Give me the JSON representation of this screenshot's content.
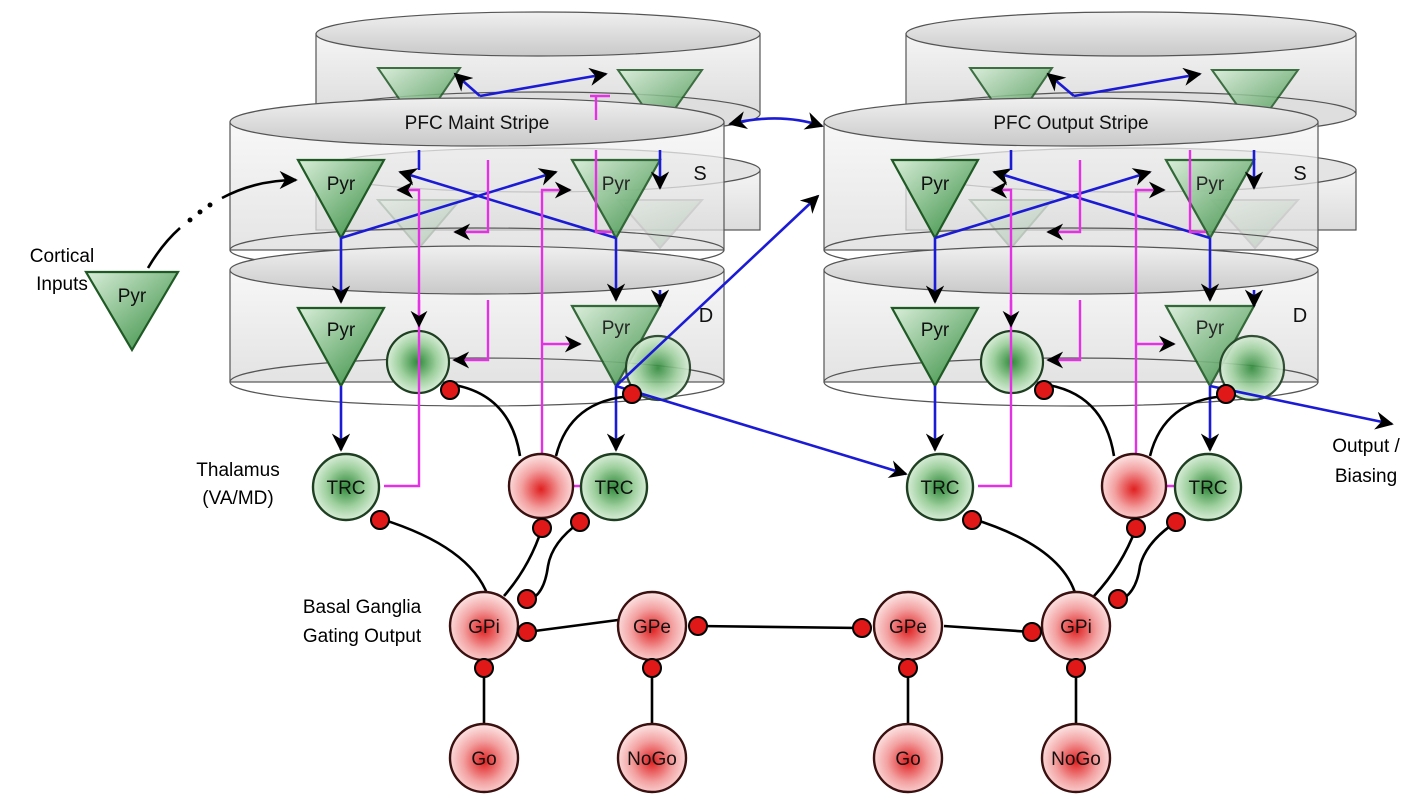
{
  "labels": {
    "cortical_inputs": [
      "Cortical",
      "Inputs"
    ],
    "thalamus": [
      "Thalamus",
      "(VA/MD)"
    ],
    "basal_ganglia": [
      "Basal Ganglia",
      "Gating Output"
    ],
    "output": [
      "Output /",
      "Biasing"
    ]
  },
  "stripes": [
    {
      "title": "PFC Maint Stripe",
      "superficial_label": "S",
      "deep_label": "D"
    },
    {
      "title": "PFC Output Stripe",
      "superficial_label": "S",
      "deep_label": "D"
    }
  ],
  "neurons": {
    "pyr": "Pyr",
    "trc": "TRC",
    "gpi": "GPi",
    "gpe": "GPe",
    "go": "Go",
    "nogo": "NoGo"
  },
  "colors": {
    "excitatory_green": "#2f8a3a",
    "inhibitory_red": "#e02020",
    "feedforward_blue": "#1b1bd6",
    "modulatory_magenta": "#e431e4"
  }
}
